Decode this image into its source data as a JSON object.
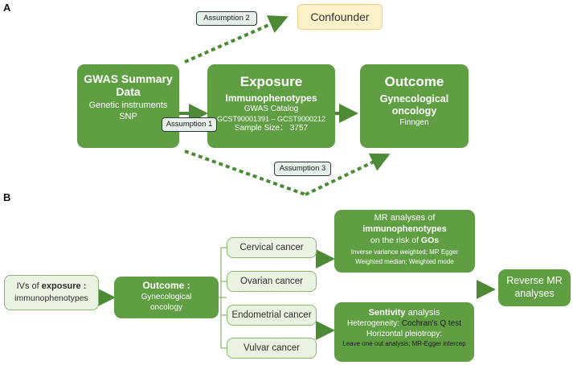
{
  "panel_a": {
    "label": "A",
    "confounder": "Confounder",
    "assumption_1": "Assumption 1",
    "assumption_2": "Assumption 2",
    "assumption_3": "Assumption 3",
    "gwas": {
      "title_line1": "GWAS Summary",
      "title_line2": "Data",
      "line1": "Genetic instruments",
      "line2": "SNP"
    },
    "exposure": {
      "title": "Exposure",
      "subtitle": "Immunophenotypes",
      "line1": "GWAS Catalog",
      "line2": "GCST90001391 – GCST9000212",
      "line3": "Sample Size： 3757"
    },
    "outcome": {
      "title": "Outcome",
      "subtitle_line1": "Gynecological",
      "subtitle_line2": "oncology",
      "line1": "Finngen"
    }
  },
  "panel_b": {
    "label": "B",
    "ivs": {
      "prefix": "IVs of ",
      "bold": "exposure :",
      "line2": "immunophenotypes"
    },
    "outcome": {
      "title": "Outcome :",
      "line1": "Gynecological",
      "line2": "oncology"
    },
    "cancers": [
      "Cervical cancer",
      "Ovarian cancer",
      "Endometrial cancer",
      "Vulvar cancer"
    ],
    "mr": {
      "line1": "MR analyses of",
      "line2_bold": "immunophenotypes",
      "line3_prefix": "on the risk of ",
      "line3_bold": "GOs",
      "methods1": "Inverse variance weighted;  MR Egger",
      "methods2": "Weighted median;  Weighted mode"
    },
    "sens": {
      "title_bold": "Sentivity",
      "title_rest": " analysis",
      "het_prefix": "Heterogeneity: ",
      "het_dark": "Cochran's Q test",
      "pleio": "Horizontal pleiotropy:",
      "loo": "Leave one out analysis;  MR-Egger intercep"
    },
    "reverse": {
      "line1": "Reverse MR",
      "line2": "analyses"
    }
  },
  "colors": {
    "dark_green": "#5f9e43",
    "light_green": "#eaf3e2",
    "arrow": "#4d8a35",
    "confounder_fill": "#fdf1c9"
  }
}
